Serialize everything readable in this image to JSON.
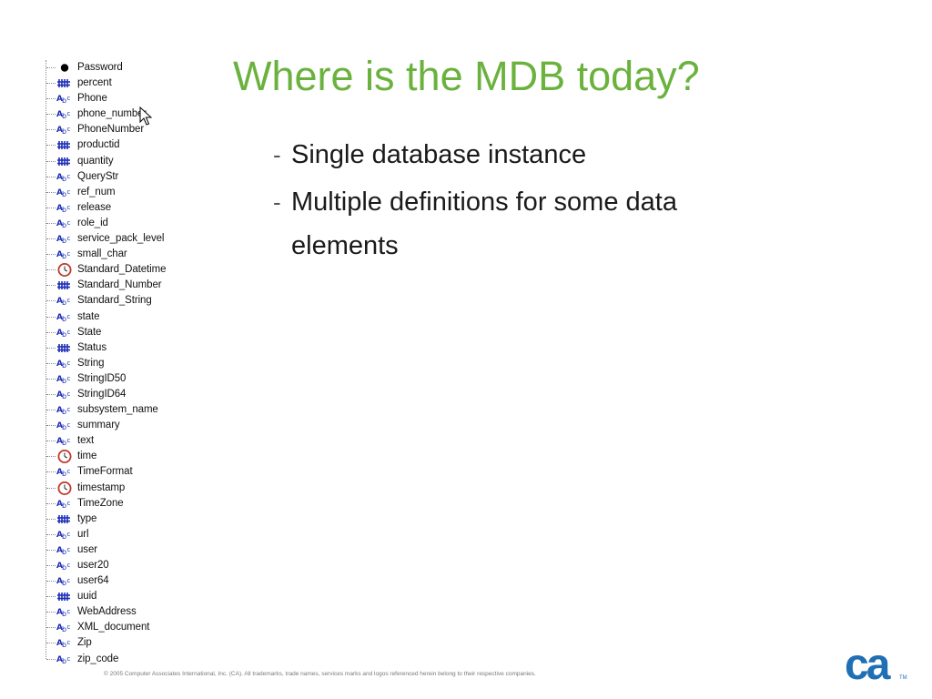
{
  "slide": {
    "title": "Where is the MDB today?",
    "bullets": [
      {
        "dash": "-",
        "text": "Single database instance"
      },
      {
        "dash": "-",
        "text": "Multiple definitions for some data elements"
      }
    ],
    "footer": "© 2005 Computer Associates International, Inc. (CA). All trademarks, trade names, services marks and logos referenced herein belong to their respective companies.",
    "logo": {
      "text": "ca",
      "trademark": "TM",
      "color": "#1f6fb5"
    }
  },
  "tree": {
    "colors": {
      "number": "#1e2fb5",
      "string": "#1e2fb5",
      "datetime": "#c0392b"
    },
    "items": [
      {
        "label": "Password",
        "icon": "bullet-icon"
      },
      {
        "label": "percent",
        "icon": "number-icon"
      },
      {
        "label": "Phone",
        "icon": "string-icon"
      },
      {
        "label": "phone_number",
        "icon": "string-icon"
      },
      {
        "label": "PhoneNumber",
        "icon": "string-icon"
      },
      {
        "label": "productid",
        "icon": "number-icon"
      },
      {
        "label": "quantity",
        "icon": "number-icon"
      },
      {
        "label": "QueryStr",
        "icon": "string-icon"
      },
      {
        "label": "ref_num",
        "icon": "string-icon"
      },
      {
        "label": "release",
        "icon": "string-icon"
      },
      {
        "label": "role_id",
        "icon": "string-icon"
      },
      {
        "label": "service_pack_level",
        "icon": "string-icon"
      },
      {
        "label": "small_char",
        "icon": "string-icon"
      },
      {
        "label": "Standard_Datetime",
        "icon": "clock-icon"
      },
      {
        "label": "Standard_Number",
        "icon": "number-icon"
      },
      {
        "label": "Standard_String",
        "icon": "string-icon"
      },
      {
        "label": "state",
        "icon": "string-icon"
      },
      {
        "label": "State",
        "icon": "string-icon"
      },
      {
        "label": "Status",
        "icon": "number-icon"
      },
      {
        "label": "String",
        "icon": "string-icon"
      },
      {
        "label": "StringID50",
        "icon": "string-icon"
      },
      {
        "label": "StringID64",
        "icon": "string-icon"
      },
      {
        "label": "subsystem_name",
        "icon": "string-icon"
      },
      {
        "label": "summary",
        "icon": "string-icon"
      },
      {
        "label": "text",
        "icon": "string-icon"
      },
      {
        "label": "time",
        "icon": "clock-icon"
      },
      {
        "label": "TimeFormat",
        "icon": "string-icon"
      },
      {
        "label": "timestamp",
        "icon": "clock-icon"
      },
      {
        "label": "TimeZone",
        "icon": "string-icon"
      },
      {
        "label": "type",
        "icon": "number-icon"
      },
      {
        "label": "url",
        "icon": "string-icon"
      },
      {
        "label": "user",
        "icon": "string-icon"
      },
      {
        "label": "user20",
        "icon": "string-icon"
      },
      {
        "label": "user64",
        "icon": "string-icon"
      },
      {
        "label": "uuid",
        "icon": "number-icon"
      },
      {
        "label": "WebAddress",
        "icon": "string-icon"
      },
      {
        "label": "XML_document",
        "icon": "string-icon"
      },
      {
        "label": "Zip",
        "icon": "string-icon"
      },
      {
        "label": "zip_code",
        "icon": "string-icon"
      }
    ]
  }
}
